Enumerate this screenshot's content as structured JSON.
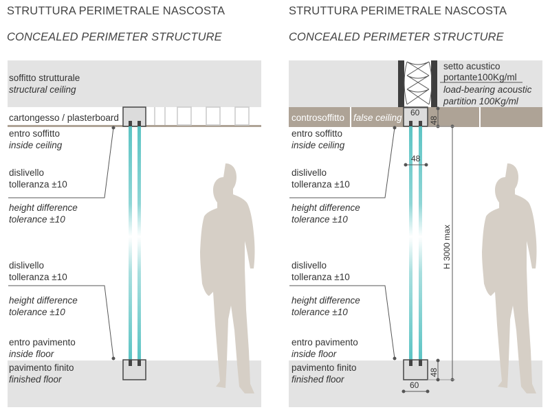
{
  "left": {
    "title_it": "STRUTTURA PERIMETRALE NASCOSTA",
    "title_en": "CONCEALED PERIMETER STRUCTURE",
    "ceiling_it": "soffitto strutturale",
    "ceiling_en": "structural ceiling",
    "plasterboard": "cartongesso / plasterboard",
    "inside_ceiling_it": "entro soffitto",
    "inside_ceiling_en": "inside ceiling",
    "diff_top_it_1": "dislivello",
    "diff_top_it_2": "tolleranza ±10",
    "diff_top_en_1": "height difference",
    "diff_top_en_2": "tolerance ±10",
    "diff_bot_it_1": "dislivello",
    "diff_bot_it_2": "tolleranza ±10",
    "diff_bot_en_1": "height difference",
    "diff_bot_en_2": "tolerance ±10",
    "inside_floor_it": "entro pavimento",
    "inside_floor_en": "inside floor",
    "finished_floor_it": "pavimento finito",
    "finished_floor_en": "finished floor"
  },
  "right": {
    "title_it": "STRUTTURA PERIMETRALE NASCOSTA",
    "title_en": "CONCEALED PERIMETER STRUCTURE",
    "partition_it_1": "setto acustico",
    "partition_it_2": "portante100Kg/ml",
    "partition_en_1": "load-bearing acoustic",
    "partition_en_2": "partition 100Kg/ml",
    "false_ceiling_it": "controsoffitto",
    "false_ceiling_en": "false ceiling",
    "inside_ceiling_it": "entro soffitto",
    "inside_ceiling_en": "inside ceiling",
    "diff_top_it_1": "dislivello",
    "diff_top_it_2": "tolleranza ±10",
    "diff_top_en_1": "height difference",
    "diff_top_en_2": "tolerance ±10",
    "diff_bot_it_1": "dislivello",
    "diff_bot_it_2": "tolleranza ±10",
    "diff_bot_en_1": "height difference",
    "diff_bot_en_2": "tolerance ±10",
    "inside_floor_it": "entro pavimento",
    "inside_floor_en": "inside floor",
    "finished_floor_it": "pavimento finito",
    "finished_floor_en": "finished floor",
    "dim_top_width": "60",
    "dim_top_height": "48",
    "dim_glass": "48",
    "dim_height": "H 3000 max",
    "dim_bot_height": "48",
    "dim_bot_width": "60"
  },
  "colors": {
    "panel_bg": "#e3e3e3",
    "band": "#aea396",
    "glass": "#5cc4c4",
    "person": "#d6cfc6",
    "line": "#555555"
  }
}
